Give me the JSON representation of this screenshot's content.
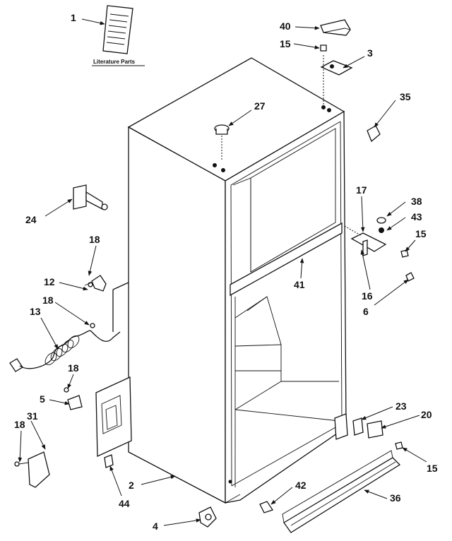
{
  "literature_label": "Literature Parts",
  "callouts": {
    "c1": "1",
    "c40": "40",
    "c15a": "15",
    "c3": "3",
    "c35": "35",
    "c27": "27",
    "c24": "24",
    "c17": "17",
    "c38": "38",
    "c43": "43",
    "c15b": "15",
    "c18a": "18",
    "c12": "12",
    "c41": "41",
    "c16": "16",
    "c6": "6",
    "c18b": "18",
    "c13": "13",
    "c18c": "18",
    "c5": "5",
    "c23": "23",
    "c20": "20",
    "c31": "31",
    "c18d": "18",
    "c15c": "15",
    "c42": "42",
    "c2": "2",
    "c44": "44",
    "c36": "36",
    "c4": "4"
  }
}
